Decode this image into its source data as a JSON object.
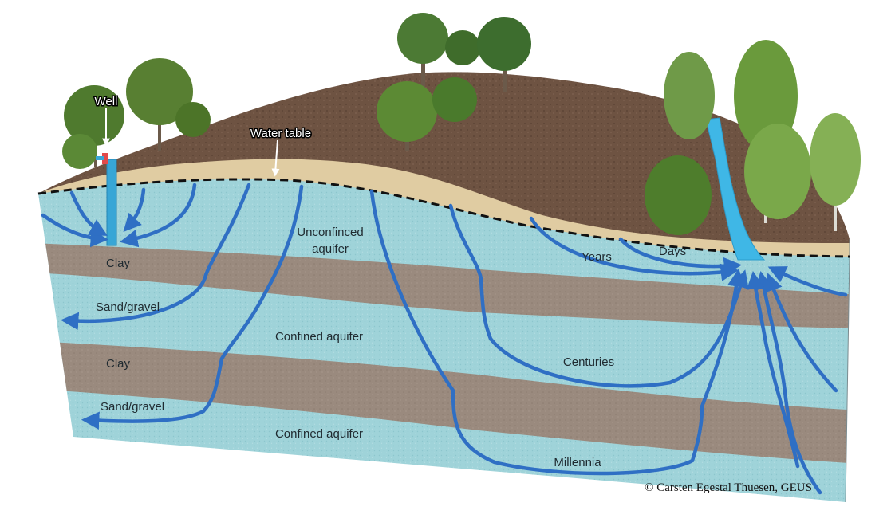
{
  "labels": {
    "well": "Well",
    "water_table": "Water table",
    "clay_upper": "Clay",
    "sand_gravel_upper": "Sand/gravel",
    "clay_lower": "Clay",
    "sand_gravel_lower": "Sand/gravel",
    "unconfined_line1": "Unconfinced",
    "unconfined_line2": "aquifer",
    "confined_upper": "Confined aquifer",
    "confined_lower": "Confined aquifer",
    "years": "Years",
    "days": "Days",
    "centuries": "Centuries",
    "millennia": "Millennia"
  },
  "credit": "© Carsten Egestal Thuesen, GEUS",
  "colors": {
    "aquifer": "#9fd3d9",
    "clay": "#9a8a7e",
    "soil": "#6e5342",
    "sand": "#e0cca2",
    "flow_arrow": "#2f6fc4",
    "stream": "#3fb7e6",
    "tree_foliage": "#4f7a2e"
  },
  "icons": {
    "flow": "arrow-icon",
    "well_pump": "well-icon",
    "trees": "tree-icon"
  }
}
